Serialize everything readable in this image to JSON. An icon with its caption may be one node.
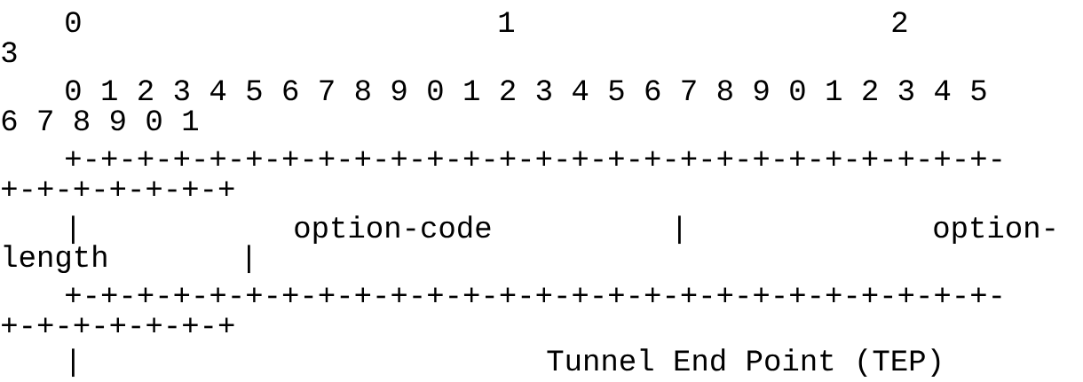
{
  "diagram": {
    "labels": [
      "0",
      "1",
      "2",
      "3",
      "0 1 2 3 4 5 6 7 8 9 0 1 2 3 4 5 6 7 8 9 0 1 2 3 4 5",
      "6 7 8 9 0 1",
      "+-+-+-+-+-+-+-+-+-+-+-+-+-+-+-+-+-+-+-+-+-+-+-+-+-+-",
      "+-+-+-+-+-+-+",
      "|",
      "option-code",
      "|",
      "option-",
      "length",
      "|",
      "+-+-+-+-+-+-+-+-+-+-+-+-+-+-+-+-+-+-+-+-+-+-+-+-+-+-",
      "+-+-+-+-+-+-+",
      "|",
      "Tunnel End Point (TEP)"
    ]
  }
}
